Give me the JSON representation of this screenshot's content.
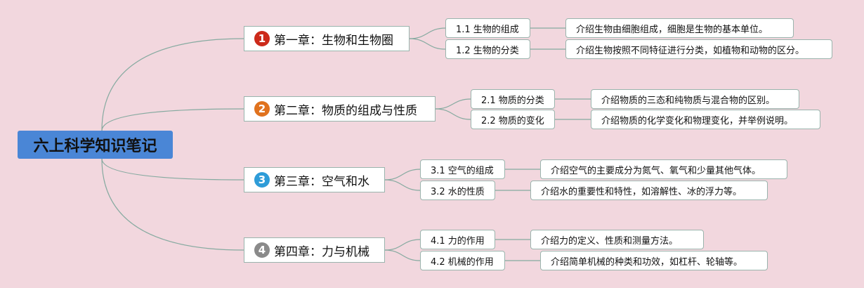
{
  "root": {
    "title": "六上科学知识笔记"
  },
  "chapters": [
    {
      "number": "1",
      "color": "#cc2a1a",
      "title": "第一章：生物和生物圈",
      "sections": [
        {
          "label": "1.1 生物的组成",
          "description": "介绍生物由细胞组成，细胞是生物的基本单位。"
        },
        {
          "label": "1.2 生物的分类",
          "description": "介绍生物按照不同特征进行分类，如植物和动物的区分。"
        }
      ]
    },
    {
      "number": "2",
      "color": "#e0721e",
      "title": "第二章：物质的组成与性质",
      "sections": [
        {
          "label": "2.1 物质的分类",
          "description": "介绍物质的三态和纯物质与混合物的区别。"
        },
        {
          "label": "2.2 物质的变化",
          "description": "介绍物质的化学变化和物理变化，并举例说明。"
        }
      ]
    },
    {
      "number": "3",
      "color": "#2e9cd8",
      "title": "第三章：空气和水",
      "sections": [
        {
          "label": "3.1 空气的组成",
          "description": "介绍空气的主要成分为氮气、氧气和少量其他气体。"
        },
        {
          "label": "3.2 水的性质",
          "description": "介绍水的重要性和特性，如溶解性、冰的浮力等。"
        }
      ]
    },
    {
      "number": "4",
      "color": "#8a8a8a",
      "title": "第四章：力与机械",
      "sections": [
        {
          "label": "4.1 力的作用",
          "description": "介绍力的定义、性质和测量方法。"
        },
        {
          "label": "4.2 机械的作用",
          "description": "介绍简单机械的种类和功效，如杠杆、轮轴等。"
        }
      ]
    }
  ]
}
